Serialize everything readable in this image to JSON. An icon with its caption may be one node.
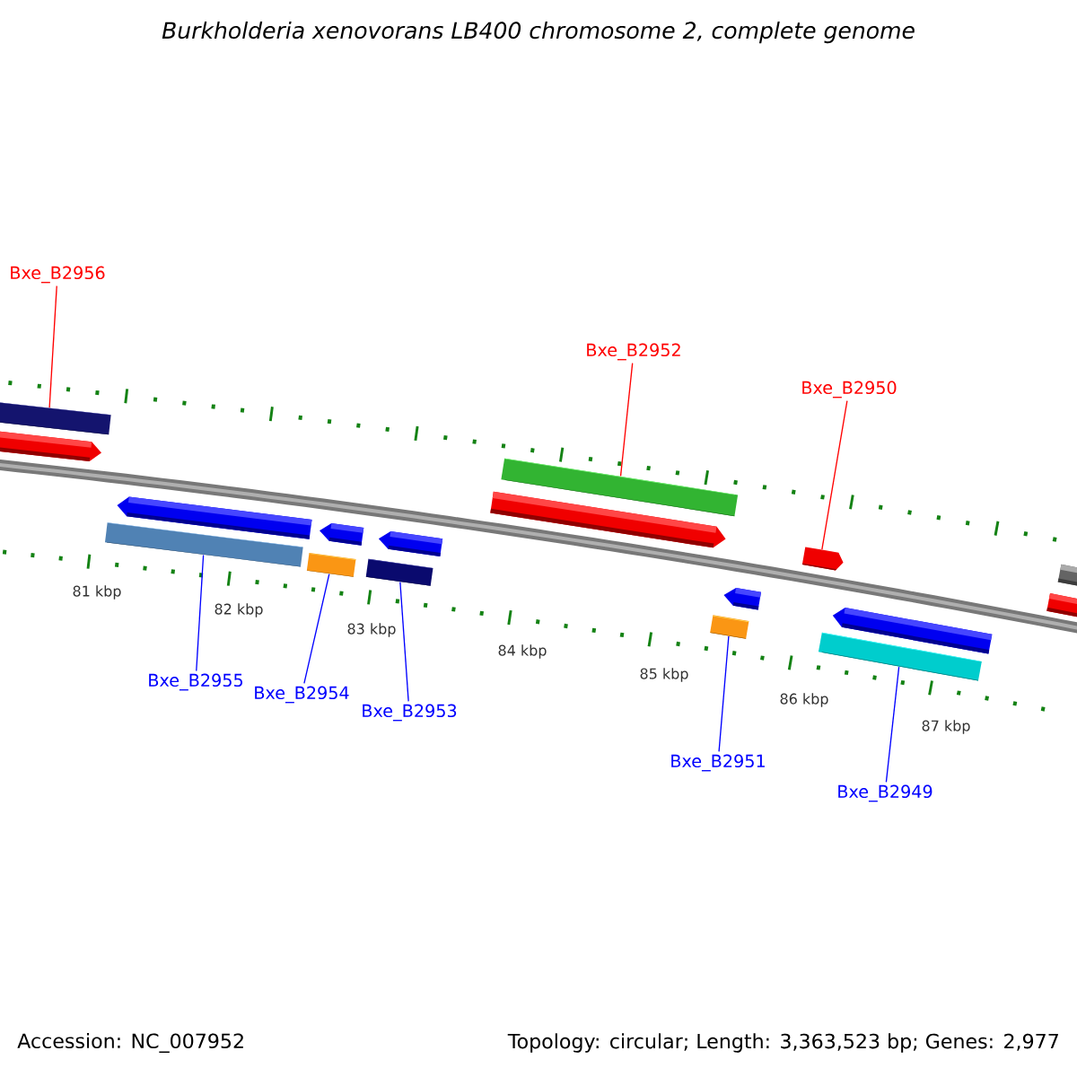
{
  "diagram": {
    "title": "Burkholderia xenovorans LB400 chromosome 2, complete genome",
    "nodes": [
      {
        "text": [
          "Bxe_B2956"
        ]
      },
      {
        "text": [
          "Bxe_B2952"
        ]
      },
      {
        "text": [
          "Bxe_B2950"
        ]
      },
      {
        "text": [
          "Bxe_B2955"
        ]
      },
      {
        "text": [
          "Bxe_B2954"
        ]
      },
      {
        "text": [
          "Bxe_B2953"
        ]
      },
      {
        "text": [
          "Bxe_B2951"
        ]
      },
      {
        "text": [
          "Bxe_B2949"
        ]
      },
      {
        "text": [],
        "shape": "bar"
      },
      {
        "text": [],
        "shape": "bar"
      },
      {
        "text": [],
        "shape": "pentagon"
      },
      {
        "text": [],
        "shape": "bar"
      },
      {
        "text": [],
        "shape": "bar"
      },
      {
        "text": [],
        "shape": "bar"
      },
      {
        "text": [],
        "shape": "bar"
      },
      {
        "text": [],
        "shape": "bar"
      }
    ],
    "edges": [
      {
        "from": 0,
        "to": 8,
        "arrow": "none",
        "color": "#ff0000"
      },
      {
        "from": 1,
        "to": 9,
        "arrow": "none",
        "color": "#ff0000"
      },
      {
        "from": 2,
        "to": 10,
        "arrow": "none",
        "color": "#ff0000"
      },
      {
        "from": 3,
        "to": 11,
        "arrow": "none"
      },
      {
        "from": 4,
        "to": 12,
        "arrow": "none"
      },
      {
        "from": 5,
        "to": 13,
        "arrow": "none"
      },
      {
        "from": 6,
        "to": 14,
        "arrow": "none"
      },
      {
        "from": 7,
        "to": 15,
        "arrow": "none"
      }
    ],
    "labels": [
      "81 kbp",
      "82 kbp",
      "83 kbp",
      "84 kbp",
      "85 kbp",
      "86 kbp",
      "87 kbp",
      "Accession: NC_007952",
      "Topology: circular; Length: 3,363,523 bp; Genes: 2,977"
    ]
  }
}
